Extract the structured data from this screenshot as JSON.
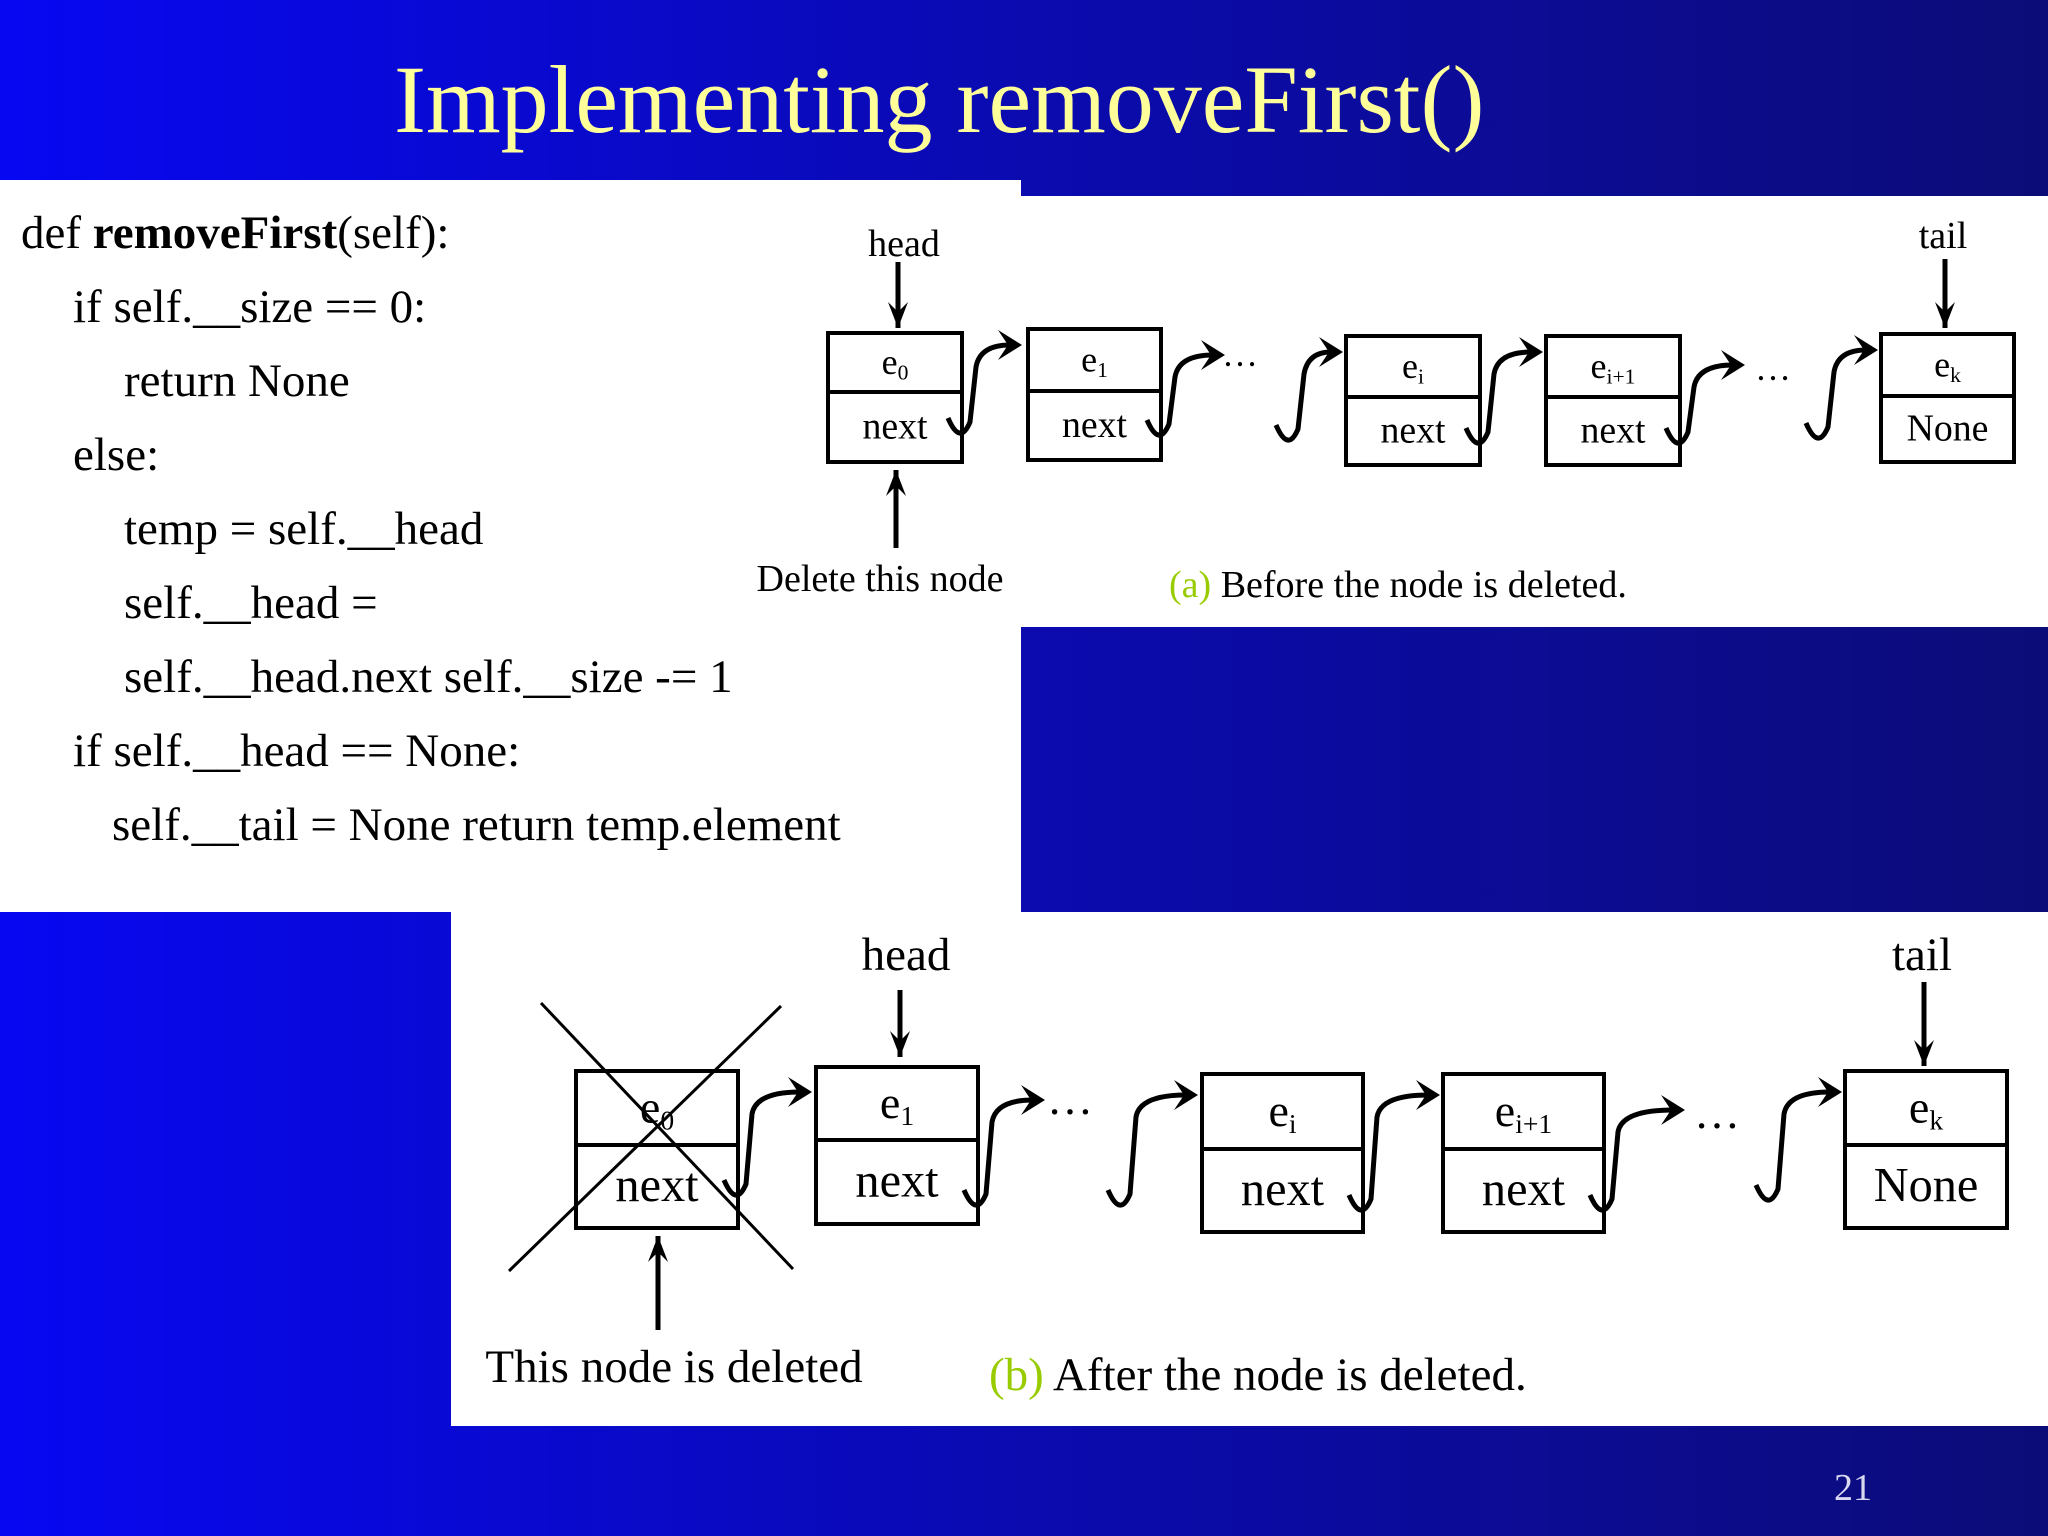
{
  "slide": {
    "title": "Implementing removeFirst()",
    "page_number": "21",
    "colors": {
      "title": "#ffff99",
      "background_left": "#0707f2",
      "background_right": "#0c0c78",
      "caption_letter": "#99cc00"
    }
  },
  "code": {
    "lines": [
      {
        "pre": "def ",
        "bold": "removeFirst",
        "post": "(self):"
      },
      {
        "pre": "if self.__size == 0:"
      },
      {
        "pre": "return None"
      },
      {
        "pre": "else:"
      },
      {
        "pre": "temp = self.__head"
      },
      {
        "pre": "self.__head ="
      },
      {
        "pre": "self.__head.next self.__size -= 1"
      },
      {
        "pre": "if self.__head == None:"
      },
      {
        "pre": "self.__tail = None return temp.element"
      }
    ]
  },
  "diagram_a": {
    "head_label": "head",
    "tail_label": "tail",
    "pointer_label": "Delete this node",
    "caption_letter": "(a)",
    "caption": " Before the node is deleted.",
    "ellipsis": "…",
    "nodes": [
      {
        "e": "e",
        "sub": "0",
        "next": "next"
      },
      {
        "e": "e",
        "sub": "1",
        "next": "next"
      },
      {
        "e": "e",
        "sub": "i",
        "next": "next"
      },
      {
        "e": "e",
        "sub": "i+1",
        "next": "next"
      },
      {
        "e": "e",
        "sub": "k",
        "next": "None"
      }
    ]
  },
  "diagram_b": {
    "head_label": "head",
    "tail_label": "tail",
    "pointer_label": "This node is deleted",
    "caption_letter": "(b)",
    "caption": " After the node is deleted.",
    "ellipsis": "…",
    "nodes": [
      {
        "e": "e",
        "sub": "0",
        "next": "next",
        "deleted": true
      },
      {
        "e": "e",
        "sub": "1",
        "next": "next"
      },
      {
        "e": "e",
        "sub": "i",
        "next": "next"
      },
      {
        "e": "e",
        "sub": "i+1",
        "next": "next"
      },
      {
        "e": "e",
        "sub": "k",
        "next": "None"
      }
    ]
  }
}
